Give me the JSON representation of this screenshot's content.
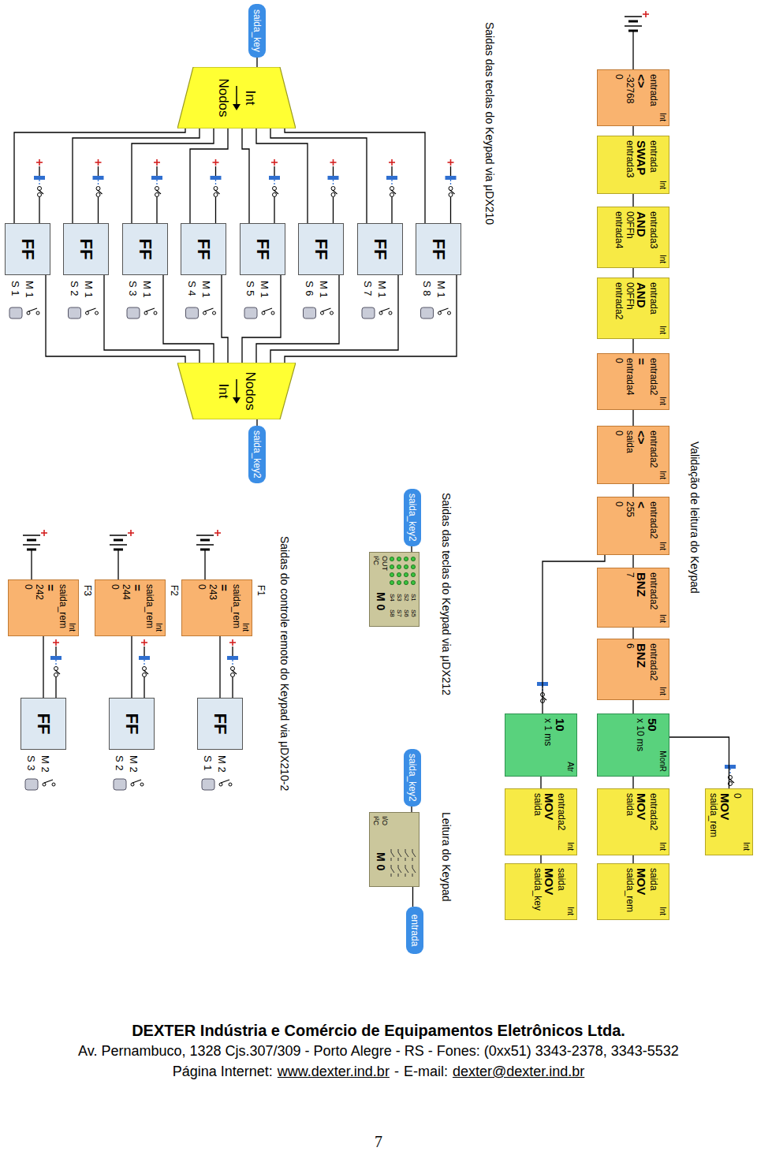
{
  "diagram": {
    "nodes": [
      {
        "text": [
          "Int",
          "entrada",
          "<>",
          "-32768",
          "0"
        ]
      },
      {
        "text": [
          "Int",
          "entrada",
          "SWAP",
          "entrada3"
        ]
      },
      {
        "text": [
          "Int",
          "entrada3",
          "AND",
          "00FFh",
          "entrada4"
        ]
      },
      {
        "text": [
          "Int",
          "entrada",
          "AND",
          "00FFh",
          "entrada2"
        ]
      },
      {
        "text": [
          "Int",
          "entrada2",
          "=",
          "entrada4",
          "0"
        ]
      },
      {
        "text": [
          "Int",
          "entrada2",
          "<>",
          "saida",
          "0"
        ]
      },
      {
        "text": [
          "Int",
          "entrada2",
          "<",
          "255",
          "0"
        ]
      },
      {
        "text": [
          "Int",
          "entrada2",
          "BNZ",
          "7"
        ]
      },
      {
        "text": [
          "Int",
          "entrada2",
          "BNZ",
          "6"
        ]
      },
      {
        "text": [
          "MonR",
          "50",
          "x 10 ms"
        ]
      },
      {
        "text": [
          "Int",
          "entrada2",
          "MOV",
          "saida"
        ]
      },
      {
        "text": [
          "Int",
          "saida",
          "MOV",
          "saida_rem"
        ]
      },
      {
        "text": [
          "Int",
          "0",
          "MOV",
          "saida_rem"
        ]
      },
      {
        "text": [
          "Atr",
          "10",
          "x 1 ms"
        ]
      },
      {
        "text": [
          "Int",
          "entrada2",
          "MOV",
          "saida"
        ]
      },
      {
        "text": [
          "Int",
          "saida",
          "MOV",
          "saida_key"
        ]
      },
      {
        "text": [
          "saida_key2"
        ]
      },
      {
        "text": [
          "S1",
          "S5",
          "S2",
          "S6",
          "S3",
          "S7",
          "S4",
          "S8",
          "OUT",
          "I²C",
          "M 0"
        ]
      },
      {
        "text": [
          "saida_key2"
        ]
      },
      {
        "text": [
          "I/O",
          "I²C",
          "M 0"
        ]
      },
      {
        "text": [
          "entrada"
        ]
      },
      {
        "text": [
          "saida_key"
        ]
      },
      {
        "text": [
          "Int",
          "Nodos"
        ]
      },
      {
        "text": [
          "FF"
        ]
      },
      {
        "text": [
          "FF"
        ]
      },
      {
        "text": [
          "FF"
        ]
      },
      {
        "text": [
          "FF"
        ]
      },
      {
        "text": [
          "FF"
        ]
      },
      {
        "text": [
          "FF"
        ]
      },
      {
        "text": [
          "FF"
        ]
      },
      {
        "text": [
          "FF"
        ]
      },
      {
        "text": [
          "Nodos",
          "Int"
        ]
      },
      {
        "text": [
          "saida_key2"
        ]
      },
      {
        "text": [
          "Int",
          "saida_rem",
          "=",
          "243",
          "0"
        ]
      },
      {
        "text": [
          "FF"
        ]
      },
      {
        "text": [
          "Int",
          "saida_rem",
          "=",
          "244",
          "0"
        ]
      },
      {
        "text": [
          "FF"
        ]
      },
      {
        "text": [
          "Int",
          "saida_rem",
          "=",
          "242",
          "0"
        ]
      },
      {
        "text": [
          "FF"
        ]
      }
    ],
    "edges": [
      {
        "from": 0,
        "to": 1,
        "arrow": "none"
      },
      {
        "from": 1,
        "to": 2,
        "arrow": "none"
      },
      {
        "from": 2,
        "to": 3,
        "arrow": "none"
      },
      {
        "from": 3,
        "to": 4,
        "arrow": "none"
      },
      {
        "from": 4,
        "to": 5,
        "arrow": "none"
      },
      {
        "from": 5,
        "to": 6,
        "arrow": "none"
      },
      {
        "from": 6,
        "to": 7,
        "arrow": "none"
      },
      {
        "from": 7,
        "to": 8,
        "arrow": "none"
      },
      {
        "from": 8,
        "to": 9,
        "arrow": "none"
      },
      {
        "from": 9,
        "to": 10,
        "arrow": "none"
      },
      {
        "from": 10,
        "to": 11,
        "arrow": "none"
      },
      {
        "from": 6,
        "to": 13,
        "arrow": "none"
      },
      {
        "from": 13,
        "to": 14,
        "arrow": "none"
      },
      {
        "from": 14,
        "to": 15,
        "arrow": "none"
      },
      {
        "from": 9,
        "to": 12,
        "arrow": "none"
      },
      {
        "from": 16,
        "to": 17,
        "arrow": "none"
      },
      {
        "from": 18,
        "to": 19,
        "arrow": "none"
      },
      {
        "from": 19,
        "to": 20,
        "arrow": "none"
      },
      {
        "from": 21,
        "to": 22,
        "arrow": "none"
      },
      {
        "from": 22,
        "to": 23,
        "arrow": "none"
      },
      {
        "from": 22,
        "to": 24,
        "arrow": "none"
      },
      {
        "from": 22,
        "to": 25,
        "arrow": "none"
      },
      {
        "from": 22,
        "to": 26,
        "arrow": "none"
      },
      {
        "from": 22,
        "to": 27,
        "arrow": "none"
      },
      {
        "from": 22,
        "to": 28,
        "arrow": "none"
      },
      {
        "from": 22,
        "to": 29,
        "arrow": "none"
      },
      {
        "from": 22,
        "to": 30,
        "arrow": "none"
      },
      {
        "from": 23,
        "to": 31,
        "arrow": "none"
      },
      {
        "from": 24,
        "to": 31,
        "arrow": "none"
      },
      {
        "from": 25,
        "to": 31,
        "arrow": "none"
      },
      {
        "from": 26,
        "to": 31,
        "arrow": "none"
      },
      {
        "from": 27,
        "to": 31,
        "arrow": "none"
      },
      {
        "from": 28,
        "to": 31,
        "arrow": "none"
      },
      {
        "from": 29,
        "to": 31,
        "arrow": "none"
      },
      {
        "from": 30,
        "to": 31,
        "arrow": "none"
      },
      {
        "from": 31,
        "to": 32,
        "arrow": "none"
      },
      {
        "from": 33,
        "to": 34,
        "arrow": "none"
      },
      {
        "from": 35,
        "to": 36,
        "arrow": "none"
      },
      {
        "from": 37,
        "to": 38,
        "arrow": "none"
      }
    ],
    "labels": [
      "Saidas das teclas do Keypad via μDX210",
      "Validação de leitura do Keypad",
      "Saidas das teclas do Keypad via μDX212",
      "Leitura do Keypad",
      "Saidas do controle remoto do Keypad via μDX210-2",
      "F1",
      "F2",
      "F3",
      "M 1",
      "S 1",
      "M 1",
      "S 2",
      "M 1",
      "S 3",
      "M 1",
      "S 4",
      "M 1",
      "S 5",
      "M 1",
      "S 6",
      "M 1",
      "S 7",
      "M 1",
      "S 8",
      "M 2",
      "S 1",
      "M 2",
      "S 2",
      "M 2",
      "S 3",
      "DEXTER Indústria e Comércio de Equipamentos Eletrônicos Ltda.",
      "Av. Pernambuco, 1328 Cjs.307/309 - Porto Alegre - RS - Fones: (0xx51) 3343-2378, 3343-5532",
      "Página Internet:",
      "www.dexter.ind.br",
      "-",
      "E-mail:",
      "dexter@dexter.ind.br",
      "7"
    ]
  }
}
